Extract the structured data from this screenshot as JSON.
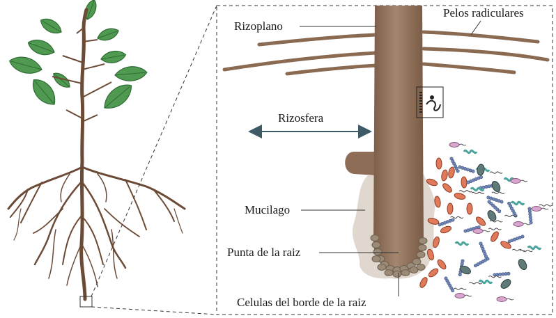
{
  "labels": {
    "rizoplano": "Rizoplano",
    "pelos_radiculares": "Pelos radiculares",
    "rizosfera": "Rizosfera",
    "mucilago": "Mucilago",
    "punta_raiz": "Punta de la raiz",
    "celulas_borde": "Celulas del borde de la raiz"
  },
  "colors": {
    "leaf": "#4f9a50",
    "leaf_dark": "#2f6b35",
    "stem": "#6b4a36",
    "root": "#8b6a52",
    "root_light": "#a58a72",
    "mucilage": "#d9cfc6",
    "border_cell": "#9a8a76",
    "bacteria_orange": "#e07a5a",
    "bacteria_blue": "#6f86b8",
    "bacteria_teal": "#4aa39c",
    "bacteria_gray": "#5f7a78",
    "bacteria_pink": "#d8a6cf",
    "arrow": "#3d5a66"
  }
}
